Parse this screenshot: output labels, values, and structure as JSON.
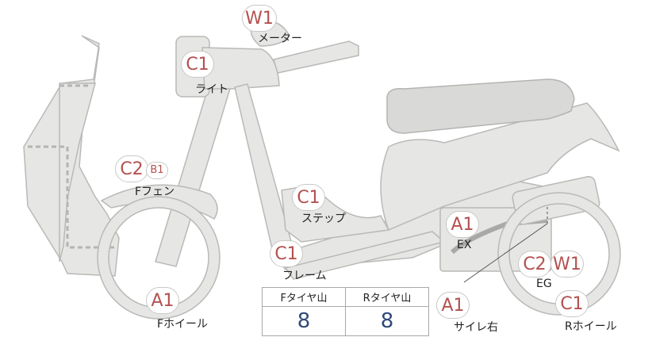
{
  "parts": {
    "meter": {
      "code": "W1",
      "label": "メーター"
    },
    "light": {
      "code": "C1",
      "label": "ライト"
    },
    "front_fender": {
      "code": "C2",
      "sub_code": "B1",
      "label": "Fフェン"
    },
    "step": {
      "code": "C1",
      "label": "ステップ"
    },
    "frame": {
      "code": "C1",
      "label": "フレーム"
    },
    "exhaust": {
      "code": "A1",
      "label": "EX"
    },
    "engine": {
      "code_1": "C2",
      "code_2": "W1",
      "label": "EG"
    },
    "front_wheel": {
      "code": "A1",
      "label": "Fホイール"
    },
    "right_side": {
      "code": "A1",
      "label": "サイレ右"
    },
    "rear_wheel": {
      "code": "C1",
      "label": "Rホイール"
    }
  },
  "tread_table": {
    "front_header": "Fタイヤ山",
    "rear_header": "Rタイヤ山",
    "front_value": "8",
    "rear_value": "8"
  },
  "colors": {
    "badge_text": "#b3514f",
    "table_value": "#2f4a78",
    "part_fill": "#e6e6e4"
  }
}
